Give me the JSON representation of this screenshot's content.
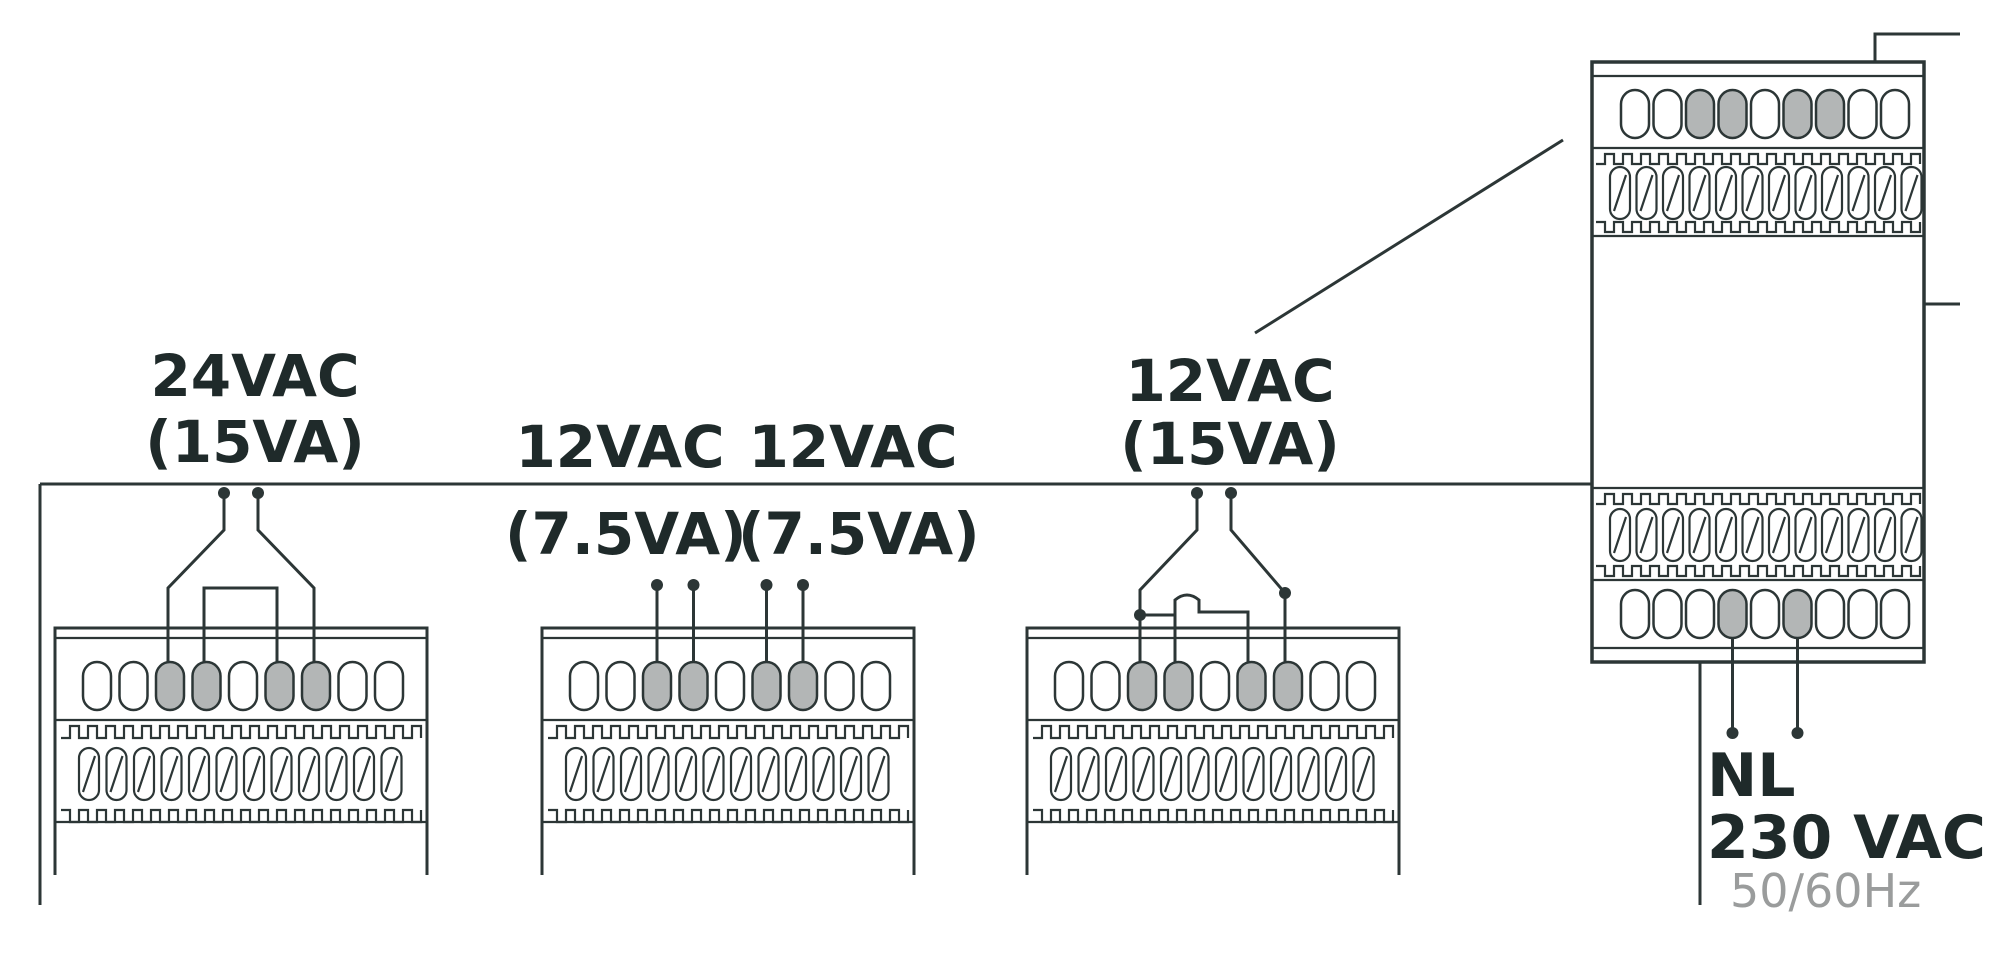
{
  "modules": [
    {
      "id": "mod1",
      "voltage": "24VAC",
      "power": "(15VA)"
    },
    {
      "id": "mod2a",
      "voltage": "12VAC",
      "power": "(7.5VA)"
    },
    {
      "id": "mod2b",
      "voltage": "12VAC",
      "power": "(7.5VA)"
    },
    {
      "id": "mod3",
      "voltage": "12VAC",
      "power": "(15VA)"
    }
  ],
  "mains": {
    "terminals": "NL",
    "voltage": "230 VAC",
    "frequency": "50/60Hz"
  },
  "colors": {
    "line": "#2c3636",
    "terminal_active": "#b3b6b6",
    "label": "#1f2a2a",
    "frequency_text": "#9a9c9c"
  }
}
